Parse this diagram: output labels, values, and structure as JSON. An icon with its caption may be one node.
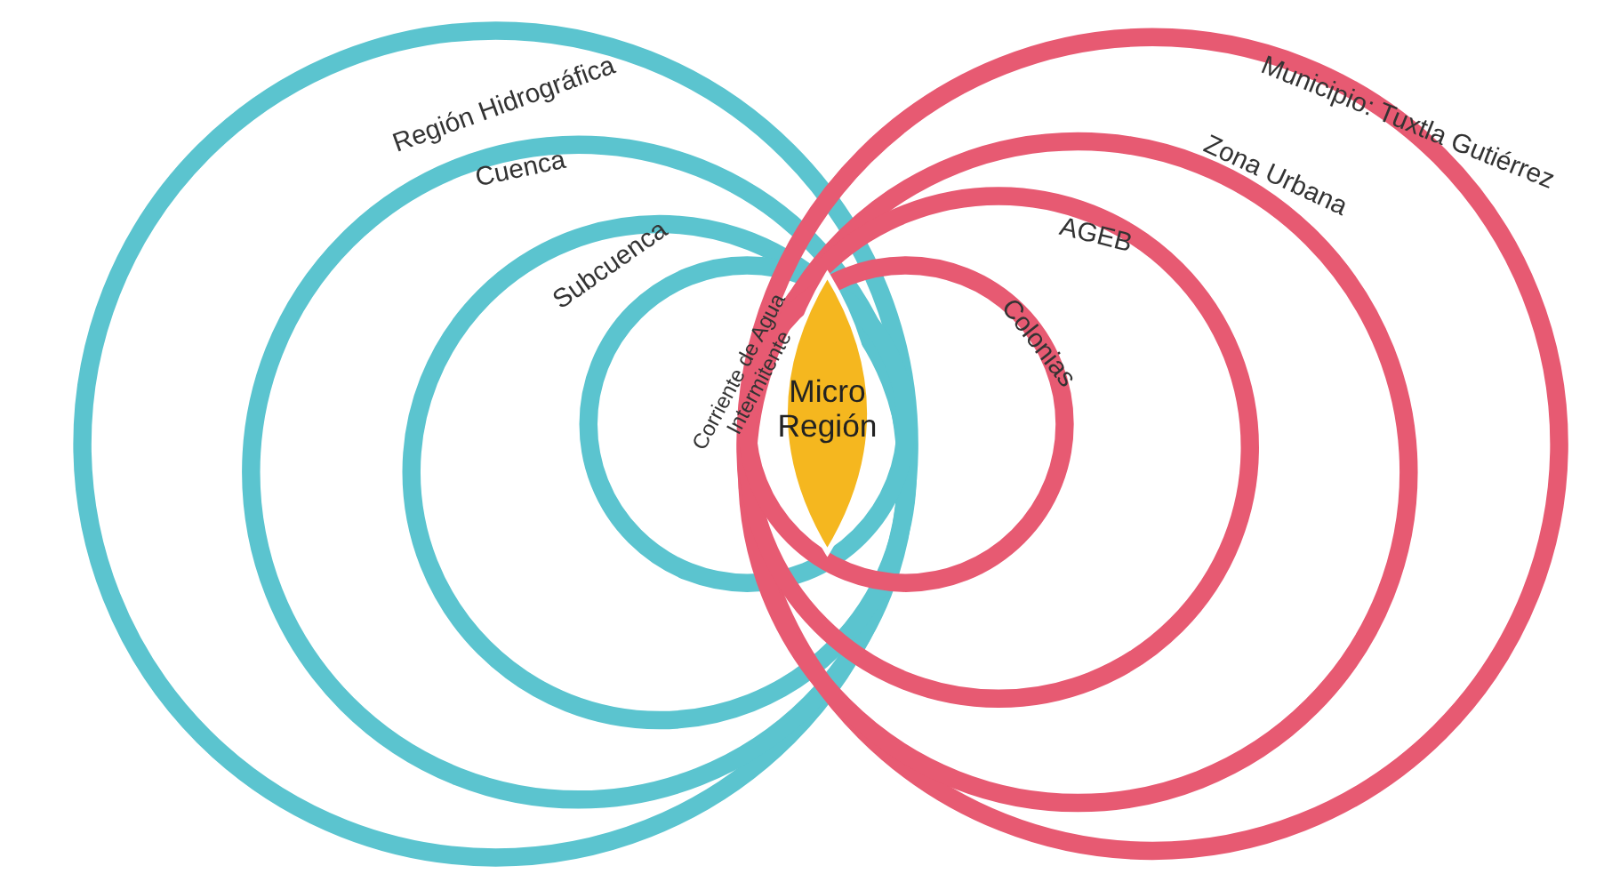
{
  "diagram": {
    "nodes": [
      {
        "text": [
          "Región Hidrográfica"
        ]
      },
      {
        "text": [
          "Cuenca"
        ],
        "in": 0
      },
      {
        "text": [
          "Subcuenca"
        ],
        "in": 1
      },
      {
        "text": [
          "Corriente de Agua Intermitente"
        ],
        "in": 2
      },
      {
        "text": [
          "Micro Región"
        ]
      },
      {
        "text": [
          "Municipio: Tuxtla Gutiérrez"
        ]
      },
      {
        "text": [
          "Zona Urbana"
        ],
        "in": 5
      },
      {
        "text": [
          "AGEB"
        ],
        "in": 6
      },
      {
        "text": [
          "Colonias"
        ],
        "in": 7
      }
    ]
  }
}
